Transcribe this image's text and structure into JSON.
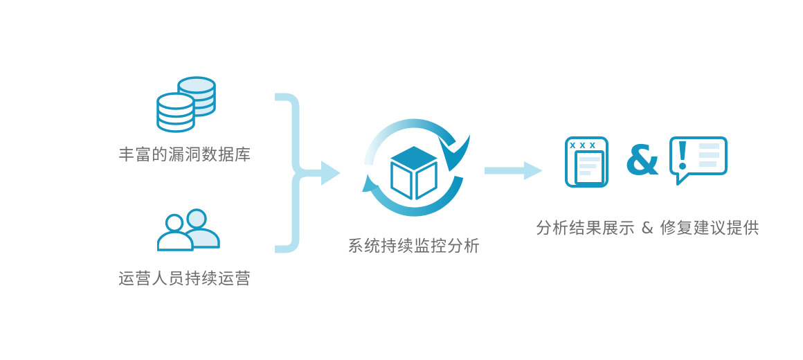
{
  "diagram": {
    "inputs": [
      {
        "id": "vulnerability-database",
        "icon": "database-icon",
        "label": "丰富的漏洞数据库"
      },
      {
        "id": "operations-staff",
        "icon": "users-icon",
        "label": "运营人员持续运营"
      }
    ],
    "process": {
      "id": "continuous-monitoring",
      "icon": "sync-cube-icon",
      "label": "系统持续监控分析"
    },
    "output": {
      "id": "analysis-results",
      "icons": [
        "report-icon",
        "alert-bubble-icon"
      ],
      "label": "分析结果展示 & 修复建议提供",
      "report_header": "X X X",
      "ampersand": "&"
    },
    "connectors": [
      "merge-brace-arrow",
      "right-arrow"
    ],
    "colors": {
      "teal": "#1496c0",
      "teal_dark": "#0d93bf",
      "teal_mid": "#45b5d6",
      "fill_light_blue": "#d8edf6",
      "connector_pale_blue": "#b5e2f0",
      "text_gray": "#6b6b6b",
      "background": "#ffffff"
    }
  }
}
